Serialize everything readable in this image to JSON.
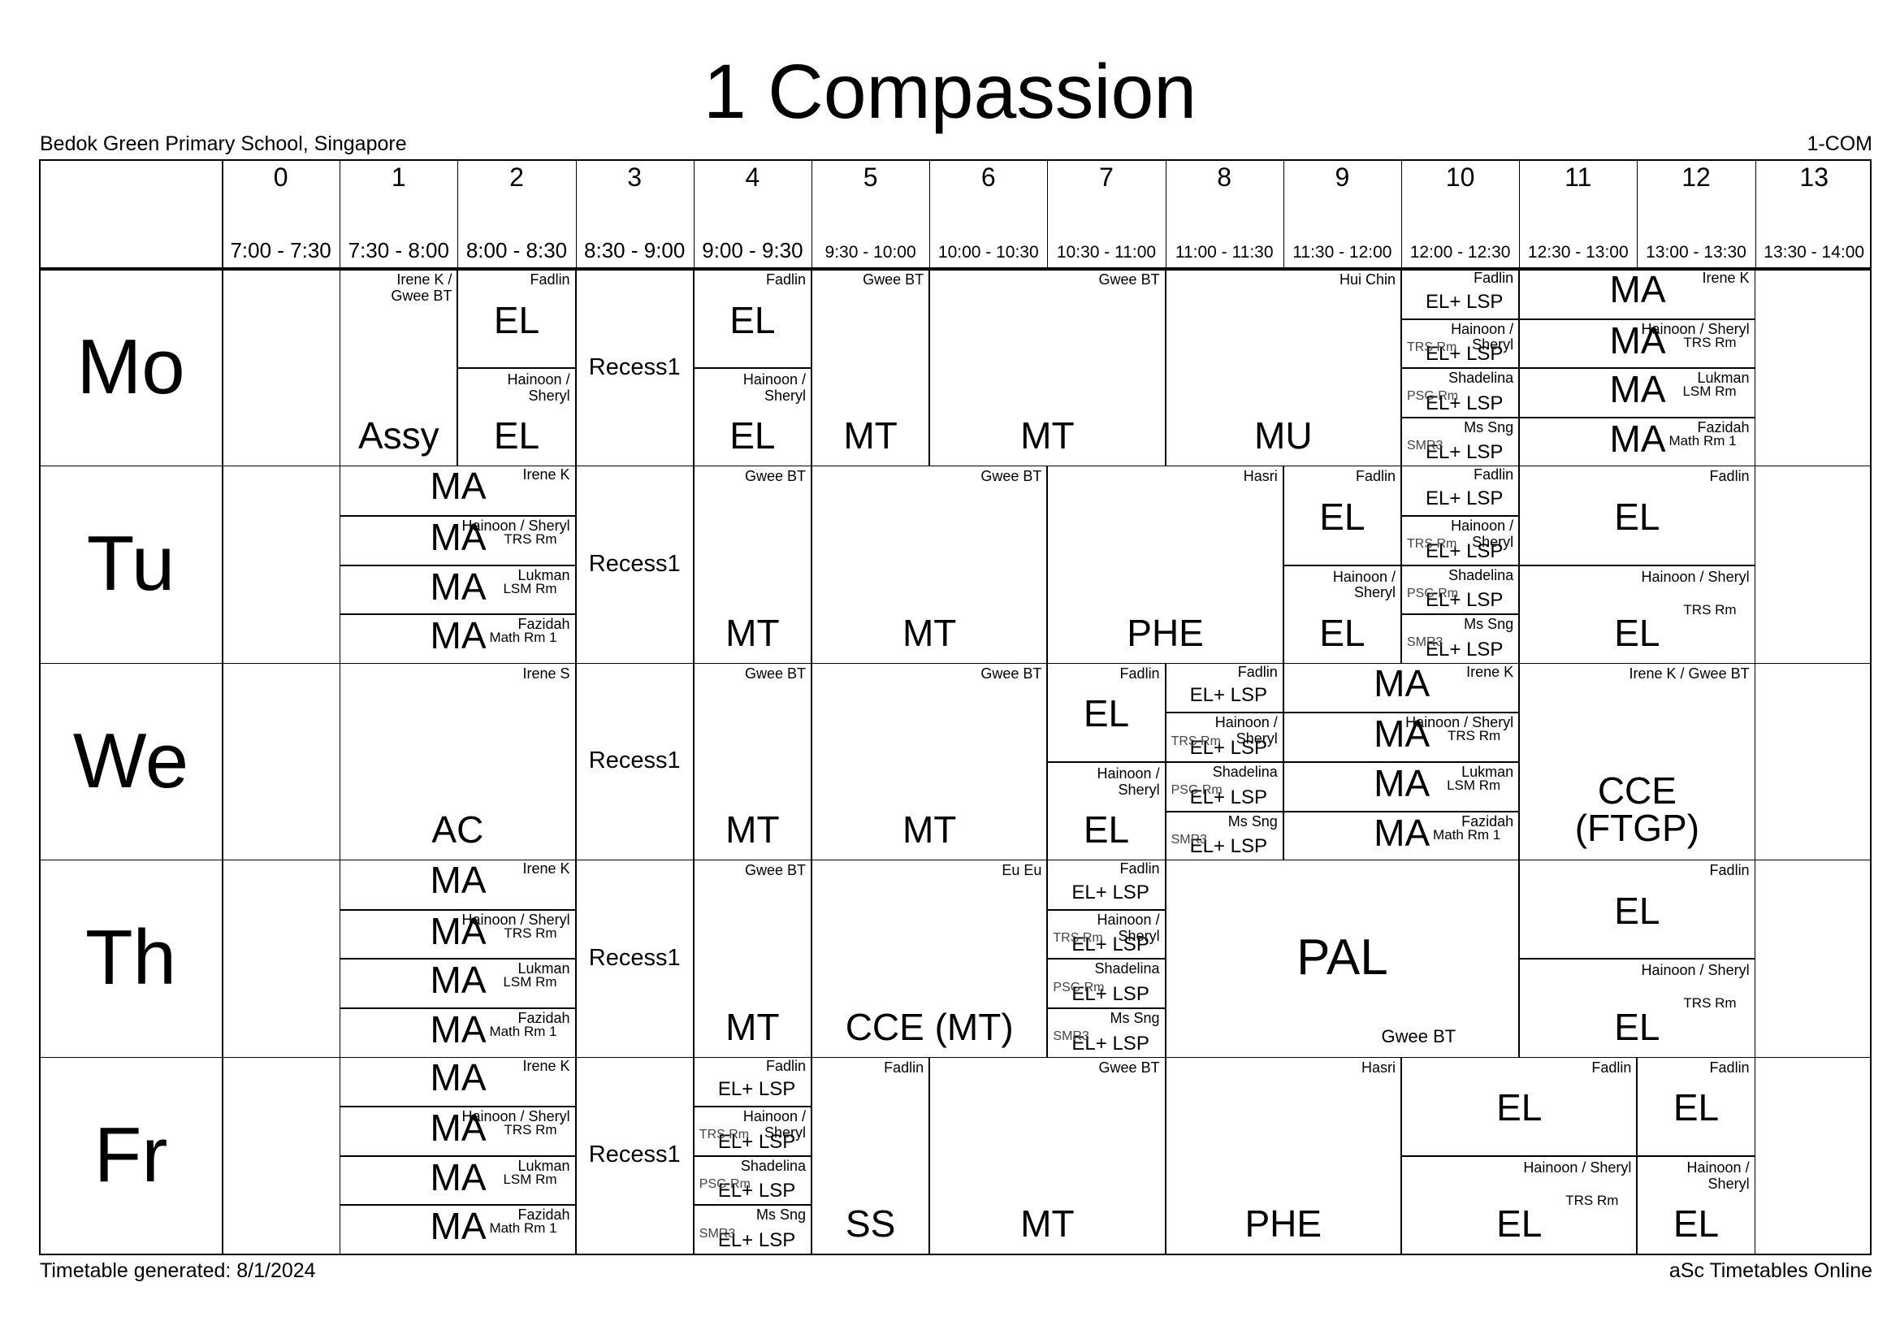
{
  "header": {
    "title": "1 Compassion",
    "school": "Bedok Green Primary School, Singapore",
    "code": "1-COM"
  },
  "footer": {
    "generated": "Timetable generated: 8/1/2024",
    "brand": "aSc Timetables Online"
  },
  "periods": [
    {
      "num": "0",
      "time": "7:00 - 7:30"
    },
    {
      "num": "1",
      "time": "7:30 - 8:00"
    },
    {
      "num": "2",
      "time": "8:00 - 8:30"
    },
    {
      "num": "3",
      "time": "8:30 - 9:00"
    },
    {
      "num": "4",
      "time": "9:00 - 9:30"
    },
    {
      "num": "5",
      "time": "9:30 - 10:00"
    },
    {
      "num": "6",
      "time": "10:00 - 10:30"
    },
    {
      "num": "7",
      "time": "10:30 - 11:00"
    },
    {
      "num": "8",
      "time": "11:00 - 11:30"
    },
    {
      "num": "9",
      "time": "11:30 - 12:00"
    },
    {
      "num": "10",
      "time": "12:00 - 12:30"
    },
    {
      "num": "11",
      "time": "12:30 - 13:00"
    },
    {
      "num": "12",
      "time": "13:00 - 13:30"
    },
    {
      "num": "13",
      "time": "13:30 - 14:00"
    }
  ],
  "days": [
    "Mo",
    "Tu",
    "We",
    "Th",
    "Fr"
  ],
  "lessons": [
    {
      "day": 0,
      "start": 1,
      "span": 1,
      "row": 0,
      "rows": 4,
      "subject": "Assy",
      "teacher": "Irene K /\nGwee BT",
      "size": "l",
      "valign": "bottom"
    },
    {
      "day": 0,
      "start": 2,
      "span": 1,
      "row": 0,
      "rows": 2,
      "subject": "EL",
      "teacher": "Fadlin",
      "size": "l",
      "valign": "middle"
    },
    {
      "day": 0,
      "start": 2,
      "span": 1,
      "row": 2,
      "rows": 2,
      "subject": "EL",
      "teacher": "Hainoon /\nSheryl",
      "size": "l",
      "valign": "bottom"
    },
    {
      "day": 0,
      "start": 3,
      "span": 1,
      "row": 0,
      "rows": 4,
      "subject": "Recess1",
      "size": "m",
      "valign": "center"
    },
    {
      "day": 0,
      "start": 4,
      "span": 1,
      "row": 0,
      "rows": 2,
      "subject": "EL",
      "teacher": "Fadlin",
      "size": "l",
      "valign": "middle"
    },
    {
      "day": 0,
      "start": 4,
      "span": 1,
      "row": 2,
      "rows": 2,
      "subject": "EL",
      "teacher": "Hainoon /\nSheryl",
      "size": "l",
      "valign": "bottom"
    },
    {
      "day": 0,
      "start": 5,
      "span": 1,
      "row": 0,
      "rows": 4,
      "subject": "MT",
      "teacher": "Gwee BT",
      "size": "l",
      "valign": "bottom"
    },
    {
      "day": 0,
      "start": 6,
      "span": 2,
      "row": 0,
      "rows": 4,
      "subject": "MT",
      "teacher": "Gwee BT",
      "size": "l",
      "valign": "bottom"
    },
    {
      "day": 0,
      "start": 8,
      "span": 2,
      "row": 0,
      "rows": 4,
      "subject": "MU",
      "teacher": "Hui Chin",
      "size": "l",
      "valign": "bottom"
    },
    {
      "day": 0,
      "start": 10,
      "span": 1,
      "row": 0,
      "rows": 1,
      "subject": "EL+ LSP",
      "teacher": "Fadlin",
      "size": "s"
    },
    {
      "day": 0,
      "start": 10,
      "span": 1,
      "row": 1,
      "rows": 1,
      "subject": "EL+ LSP",
      "teacher": "Hainoon /\nSheryl",
      "roomleft": "TRS Rm",
      "size": "s"
    },
    {
      "day": 0,
      "start": 10,
      "span": 1,
      "row": 2,
      "rows": 1,
      "subject": "EL+ LSP",
      "teacher": "Shadelina",
      "roomleft": "PSG Rm",
      "size": "s"
    },
    {
      "day": 0,
      "start": 10,
      "span": 1,
      "row": 3,
      "rows": 1,
      "subject": "EL+ LSP",
      "teacher": "Ms Sng",
      "roomleft": "SMR3",
      "size": "s"
    },
    {
      "day": 0,
      "start": 11,
      "span": 2,
      "row": 0,
      "rows": 1,
      "subject": "MA",
      "teacher": "Irene K",
      "size": "ma"
    },
    {
      "day": 0,
      "start": 11,
      "span": 2,
      "row": 1,
      "rows": 1,
      "subject": "MA",
      "teacher": "Hainoon / Sheryl",
      "room": "TRS Rm",
      "size": "ma"
    },
    {
      "day": 0,
      "start": 11,
      "span": 2,
      "row": 2,
      "rows": 1,
      "subject": "MA",
      "teacher": "Lukman",
      "room": "LSM Rm",
      "size": "ma"
    },
    {
      "day": 0,
      "start": 11,
      "span": 2,
      "row": 3,
      "rows": 1,
      "subject": "MA",
      "teacher": "Fazidah",
      "room": "Math Rm 1",
      "size": "ma"
    },
    {
      "day": 1,
      "start": 1,
      "span": 2,
      "row": 0,
      "rows": 1,
      "subject": "MA",
      "teacher": "Irene K",
      "size": "ma"
    },
    {
      "day": 1,
      "start": 1,
      "span": 2,
      "row": 1,
      "rows": 1,
      "subject": "MA",
      "teacher": "Hainoon / Sheryl",
      "room": "TRS Rm",
      "size": "ma"
    },
    {
      "day": 1,
      "start": 1,
      "span": 2,
      "row": 2,
      "rows": 1,
      "subject": "MA",
      "teacher": "Lukman",
      "room": "LSM Rm",
      "size": "ma"
    },
    {
      "day": 1,
      "start": 1,
      "span": 2,
      "row": 3,
      "rows": 1,
      "subject": "MA",
      "teacher": "Fazidah",
      "room": "Math Rm 1",
      "size": "ma"
    },
    {
      "day": 1,
      "start": 3,
      "span": 1,
      "row": 0,
      "rows": 4,
      "subject": "Recess1",
      "size": "m",
      "valign": "center"
    },
    {
      "day": 1,
      "start": 4,
      "span": 1,
      "row": 0,
      "rows": 4,
      "subject": "MT",
      "teacher": "Gwee BT",
      "size": "l",
      "valign": "bottom"
    },
    {
      "day": 1,
      "start": 5,
      "span": 2,
      "row": 0,
      "rows": 4,
      "subject": "MT",
      "teacher": "Gwee BT",
      "size": "l",
      "valign": "bottom"
    },
    {
      "day": 1,
      "start": 7,
      "span": 2,
      "row": 0,
      "rows": 4,
      "subject": "PHE",
      "teacher": "Hasri",
      "size": "l",
      "valign": "bottom"
    },
    {
      "day": 1,
      "start": 9,
      "span": 1,
      "row": 0,
      "rows": 2,
      "subject": "EL",
      "teacher": "Fadlin",
      "size": "l",
      "valign": "middle"
    },
    {
      "day": 1,
      "start": 9,
      "span": 1,
      "row": 2,
      "rows": 2,
      "subject": "EL",
      "teacher": "Hainoon /\nSheryl",
      "size": "l",
      "valign": "bottom"
    },
    {
      "day": 1,
      "start": 10,
      "span": 1,
      "row": 0,
      "rows": 1,
      "subject": "EL+ LSP",
      "teacher": "Fadlin",
      "size": "s"
    },
    {
      "day": 1,
      "start": 10,
      "span": 1,
      "row": 1,
      "rows": 1,
      "subject": "EL+ LSP",
      "teacher": "Hainoon /\nSheryl",
      "roomleft": "TRS Rm",
      "size": "s"
    },
    {
      "day": 1,
      "start": 10,
      "span": 1,
      "row": 2,
      "rows": 1,
      "subject": "EL+ LSP",
      "teacher": "Shadelina",
      "roomleft": "PSG Rm",
      "size": "s"
    },
    {
      "day": 1,
      "start": 10,
      "span": 1,
      "row": 3,
      "rows": 1,
      "subject": "EL+ LSP",
      "teacher": "Ms Sng",
      "roomleft": "SMR3",
      "size": "s"
    },
    {
      "day": 1,
      "start": 11,
      "span": 2,
      "row": 0,
      "rows": 2,
      "subject": "EL",
      "teacher": "Fadlin",
      "size": "l",
      "valign": "middle"
    },
    {
      "day": 1,
      "start": 11,
      "span": 2,
      "row": 2,
      "rows": 2,
      "subject": "EL",
      "teacher": "Hainoon / Sheryl",
      "room": "TRS Rm",
      "size": "l",
      "valign": "bottom"
    },
    {
      "day": 2,
      "start": 1,
      "span": 2,
      "row": 0,
      "rows": 4,
      "subject": "AC",
      "teacher": "Irene S",
      "size": "l",
      "valign": "bottom"
    },
    {
      "day": 2,
      "start": 3,
      "span": 1,
      "row": 0,
      "rows": 4,
      "subject": "Recess1",
      "size": "m",
      "valign": "center"
    },
    {
      "day": 2,
      "start": 4,
      "span": 1,
      "row": 0,
      "rows": 4,
      "subject": "MT",
      "teacher": "Gwee BT",
      "size": "l",
      "valign": "bottom"
    },
    {
      "day": 2,
      "start": 5,
      "span": 2,
      "row": 0,
      "rows": 4,
      "subject": "MT",
      "teacher": "Gwee BT",
      "size": "l",
      "valign": "bottom"
    },
    {
      "day": 2,
      "start": 7,
      "span": 1,
      "row": 0,
      "rows": 2,
      "subject": "EL",
      "teacher": "Fadlin",
      "size": "l",
      "valign": "middle"
    },
    {
      "day": 2,
      "start": 7,
      "span": 1,
      "row": 2,
      "rows": 2,
      "subject": "EL",
      "teacher": "Hainoon /\nSheryl",
      "size": "l",
      "valign": "bottom"
    },
    {
      "day": 2,
      "start": 8,
      "span": 1,
      "row": 0,
      "rows": 1,
      "subject": "EL+ LSP",
      "teacher": "Fadlin",
      "size": "s"
    },
    {
      "day": 2,
      "start": 8,
      "span": 1,
      "row": 1,
      "rows": 1,
      "subject": "EL+ LSP",
      "teacher": "Hainoon /\nSheryl",
      "roomleft": "TRS Rm",
      "size": "s"
    },
    {
      "day": 2,
      "start": 8,
      "span": 1,
      "row": 2,
      "rows": 1,
      "subject": "EL+ LSP",
      "teacher": "Shadelina",
      "roomleft": "PSG Rm",
      "size": "s"
    },
    {
      "day": 2,
      "start": 8,
      "span": 1,
      "row": 3,
      "rows": 1,
      "subject": "EL+ LSP",
      "teacher": "Ms Sng",
      "roomleft": "SMR3",
      "size": "s"
    },
    {
      "day": 2,
      "start": 9,
      "span": 2,
      "row": 0,
      "rows": 1,
      "subject": "MA",
      "teacher": "Irene K",
      "size": "ma"
    },
    {
      "day": 2,
      "start": 9,
      "span": 2,
      "row": 1,
      "rows": 1,
      "subject": "MA",
      "teacher": "Hainoon / Sheryl",
      "room": "TRS Rm",
      "size": "ma"
    },
    {
      "day": 2,
      "start": 9,
      "span": 2,
      "row": 2,
      "rows": 1,
      "subject": "MA",
      "teacher": "Lukman",
      "room": "LSM Rm",
      "size": "ma"
    },
    {
      "day": 2,
      "start": 9,
      "span": 2,
      "row": 3,
      "rows": 1,
      "subject": "MA",
      "teacher": "Fazidah",
      "room": "Math Rm 1",
      "size": "ma"
    },
    {
      "day": 2,
      "start": 11,
      "span": 2,
      "row": 0,
      "rows": 4,
      "subject": "CCE\n(FTGP)",
      "teacher": "Irene K / Gwee BT",
      "size": "l",
      "valign": "bottom2"
    },
    {
      "day": 3,
      "start": 1,
      "span": 2,
      "row": 0,
      "rows": 1,
      "subject": "MA",
      "teacher": "Irene K",
      "size": "ma"
    },
    {
      "day": 3,
      "start": 1,
      "span": 2,
      "row": 1,
      "rows": 1,
      "subject": "MA",
      "teacher": "Hainoon / Sheryl",
      "room": "TRS Rm",
      "size": "ma"
    },
    {
      "day": 3,
      "start": 1,
      "span": 2,
      "row": 2,
      "rows": 1,
      "subject": "MA",
      "teacher": "Lukman",
      "room": "LSM Rm",
      "size": "ma"
    },
    {
      "day": 3,
      "start": 1,
      "span": 2,
      "row": 3,
      "rows": 1,
      "subject": "MA",
      "teacher": "Fazidah",
      "room": "Math Rm 1",
      "size": "ma"
    },
    {
      "day": 3,
      "start": 3,
      "span": 1,
      "row": 0,
      "rows": 4,
      "subject": "Recess1",
      "size": "m",
      "valign": "center"
    },
    {
      "day": 3,
      "start": 4,
      "span": 1,
      "row": 0,
      "rows": 4,
      "subject": "MT",
      "teacher": "Gwee BT",
      "size": "l",
      "valign": "bottom"
    },
    {
      "day": 3,
      "start": 5,
      "span": 2,
      "row": 0,
      "rows": 4,
      "subject": "CCE (MT)",
      "teacher": "Eu Eu",
      "size": "l",
      "valign": "bottom"
    },
    {
      "day": 3,
      "start": 7,
      "span": 1,
      "row": 0,
      "rows": 1,
      "subject": "EL+ LSP",
      "teacher": "Fadlin",
      "size": "s"
    },
    {
      "day": 3,
      "start": 7,
      "span": 1,
      "row": 1,
      "rows": 1,
      "subject": "EL+ LSP",
      "teacher": "Hainoon /\nSheryl",
      "roomleft": "TRS Rm",
      "size": "s"
    },
    {
      "day": 3,
      "start": 7,
      "span": 1,
      "row": 2,
      "rows": 1,
      "subject": "EL+ LSP",
      "teacher": "Shadelina",
      "roomleft": "PSG Rm",
      "size": "s"
    },
    {
      "day": 3,
      "start": 7,
      "span": 1,
      "row": 3,
      "rows": 1,
      "subject": "EL+ LSP",
      "teacher": "Ms Sng",
      "roomleft": "SMR3",
      "size": "s"
    },
    {
      "day": 3,
      "start": 8,
      "span": 3,
      "row": 0,
      "rows": 4,
      "subject": "PAL",
      "teacher": "Gwee BT",
      "size": "xl",
      "valign": "center",
      "teacherpos": "bottomcenter"
    },
    {
      "day": 3,
      "start": 11,
      "span": 2,
      "row": 0,
      "rows": 2,
      "subject": "EL",
      "teacher": "Fadlin",
      "size": "l",
      "valign": "middle"
    },
    {
      "day": 3,
      "start": 11,
      "span": 2,
      "row": 2,
      "rows": 2,
      "subject": "EL",
      "teacher": "Hainoon / Sheryl",
      "room": "TRS Rm",
      "size": "l",
      "valign": "bottom"
    },
    {
      "day": 4,
      "start": 1,
      "span": 2,
      "row": 0,
      "rows": 1,
      "subject": "MA",
      "teacher": "Irene K",
      "size": "ma"
    },
    {
      "day": 4,
      "start": 1,
      "span": 2,
      "row": 1,
      "rows": 1,
      "subject": "MA",
      "teacher": "Hainoon / Sheryl",
      "room": "TRS Rm",
      "size": "ma"
    },
    {
      "day": 4,
      "start": 1,
      "span": 2,
      "row": 2,
      "rows": 1,
      "subject": "MA",
      "teacher": "Lukman",
      "room": "LSM Rm",
      "size": "ma"
    },
    {
      "day": 4,
      "start": 1,
      "span": 2,
      "row": 3,
      "rows": 1,
      "subject": "MA",
      "teacher": "Fazidah",
      "room": "Math Rm 1",
      "size": "ma"
    },
    {
      "day": 4,
      "start": 3,
      "span": 1,
      "row": 0,
      "rows": 4,
      "subject": "Recess1",
      "size": "m",
      "valign": "center"
    },
    {
      "day": 4,
      "start": 4,
      "span": 1,
      "row": 0,
      "rows": 1,
      "subject": "EL+ LSP",
      "teacher": "Fadlin",
      "size": "s"
    },
    {
      "day": 4,
      "start": 4,
      "span": 1,
      "row": 1,
      "rows": 1,
      "subject": "EL+ LSP",
      "teacher": "Hainoon /\nSheryl",
      "roomleft": "TRS Rm",
      "size": "s"
    },
    {
      "day": 4,
      "start": 4,
      "span": 1,
      "row": 2,
      "rows": 1,
      "subject": "EL+ LSP",
      "teacher": "Shadelina",
      "roomleft": "PSG Rm",
      "size": "s"
    },
    {
      "day": 4,
      "start": 4,
      "span": 1,
      "row": 3,
      "rows": 1,
      "subject": "EL+ LSP",
      "teacher": "Ms Sng",
      "roomleft": "SMR3",
      "size": "s"
    },
    {
      "day": 4,
      "start": 5,
      "span": 1,
      "row": 0,
      "rows": 4,
      "subject": "SS",
      "teacher": "Fadlin",
      "size": "l",
      "valign": "bottom"
    },
    {
      "day": 4,
      "start": 6,
      "span": 2,
      "row": 0,
      "rows": 4,
      "subject": "MT",
      "teacher": "Gwee BT",
      "size": "l",
      "valign": "bottom"
    },
    {
      "day": 4,
      "start": 8,
      "span": 2,
      "row": 0,
      "rows": 4,
      "subject": "PHE",
      "teacher": "Hasri",
      "size": "l",
      "valign": "bottom"
    },
    {
      "day": 4,
      "start": 10,
      "span": 2,
      "row": 0,
      "rows": 2,
      "subject": "EL",
      "teacher": "Fadlin",
      "size": "l",
      "valign": "middle"
    },
    {
      "day": 4,
      "start": 10,
      "span": 2,
      "row": 2,
      "rows": 2,
      "subject": "EL",
      "teacher": "Hainoon / Sheryl",
      "room": "TRS Rm",
      "size": "l",
      "valign": "bottom"
    },
    {
      "day": 4,
      "start": 12,
      "span": 1,
      "row": 0,
      "rows": 2,
      "subject": "EL",
      "teacher": "Fadlin",
      "size": "l",
      "valign": "middle"
    },
    {
      "day": 4,
      "start": 12,
      "span": 1,
      "row": 2,
      "rows": 2,
      "subject": "EL",
      "teacher": "Hainoon /\nSheryl",
      "size": "l",
      "valign": "bottom"
    }
  ]
}
